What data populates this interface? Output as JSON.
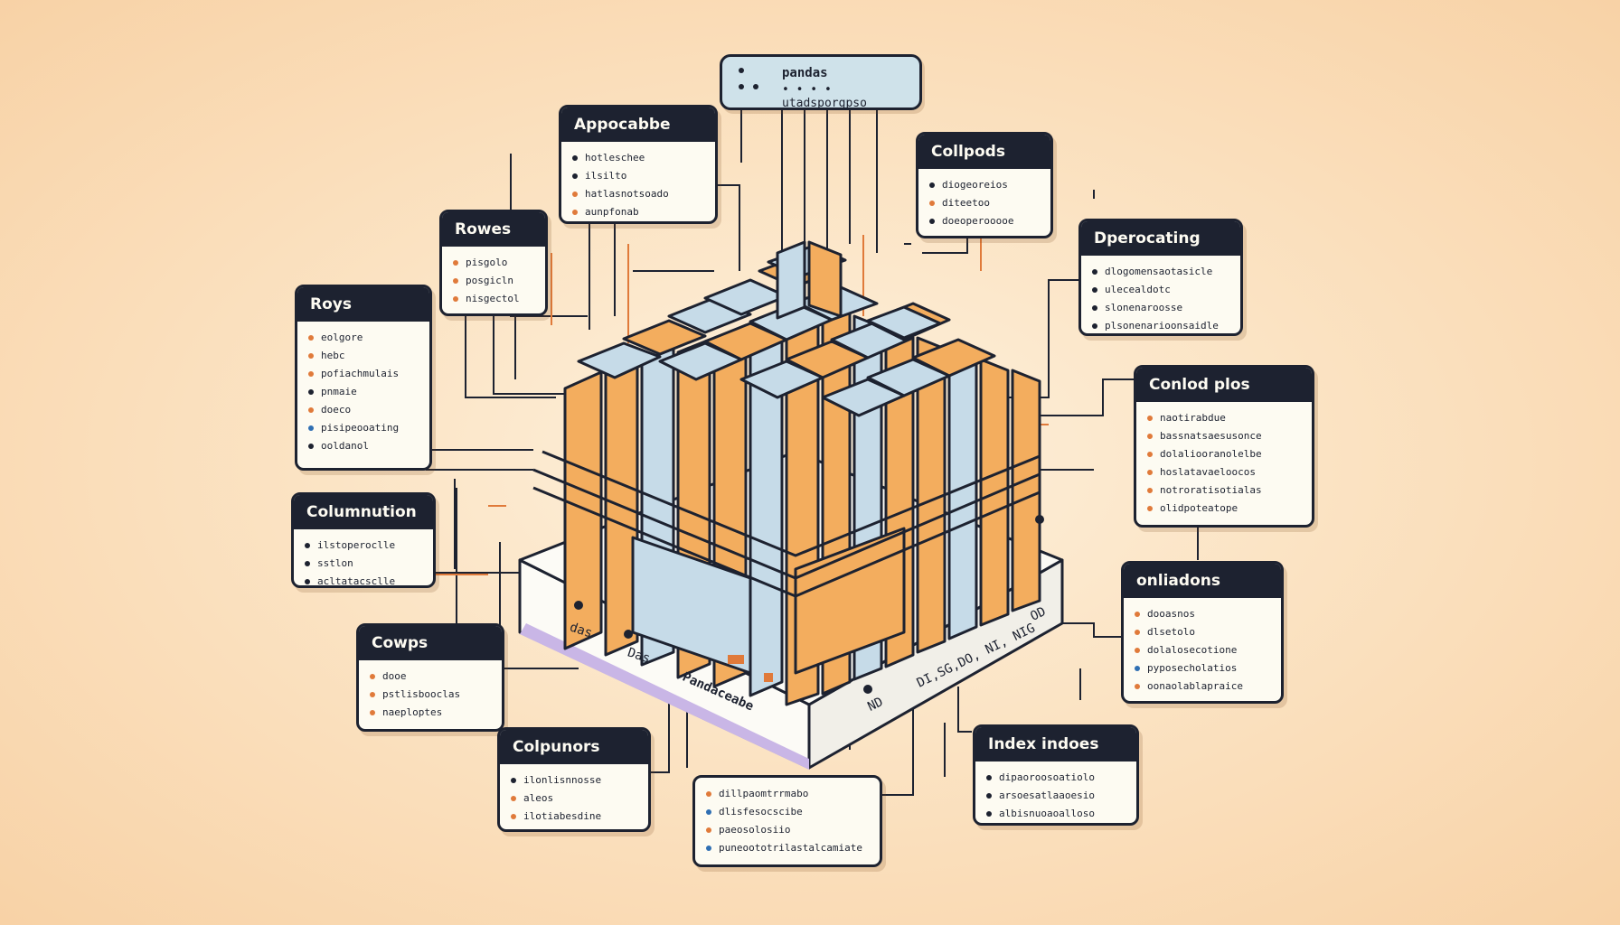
{
  "top_tag": {
    "line1": "pandas",
    "line2": "• • • • utadsporgpso"
  },
  "cards": {
    "appocabbe": {
      "title": "Appocabbe",
      "items": [
        "hotleschee",
        "ilsilto",
        "hatlasnotsoado",
        "aunpfonab"
      ]
    },
    "rowes": {
      "title": "Rowes",
      "items": [
        "pisgolo",
        "posgicln",
        "nisgectol"
      ]
    },
    "roys": {
      "title": "Roys",
      "items": [
        "eolgore",
        "hebc",
        "pofiachmulais",
        "pnmaie",
        "doeco",
        "pisipeooating",
        "ooldanol"
      ]
    },
    "columnution": {
      "title": "Columnution",
      "items": [
        "ilstoperoclle",
        "sstlon",
        "acltatacsclle"
      ]
    },
    "cowps": {
      "title": "Cowps",
      "items": [
        "dooe",
        "pstlisbooclas",
        "naeploptes"
      ]
    },
    "colpunors": {
      "title": "Colpunors",
      "items": [
        "ilonlisnnosse",
        "aleos",
        "ilotiabesdine"
      ]
    },
    "bottom_list": {
      "items": [
        "dillpaomtrrmabo",
        "dlisfesocscibe",
        "paeosolosiio",
        "puneoototrilastalcamiate"
      ]
    },
    "collpods": {
      "title": "Collpods",
      "items": [
        "diogeoreios",
        "diteetoo",
        "doeoperooooe"
      ]
    },
    "dpeprocating": {
      "title": "Dperocating",
      "items": [
        "dlogomensaotasicle",
        "ulecealdotc",
        "slonenaroosse",
        "plsonenarioonsaidle"
      ]
    },
    "conlod_plos": {
      "title": "Conlod plos",
      "items": [
        "naotirabdue",
        "bassnatsaesusonce",
        "dolaliooranolelbe",
        "hoslatavaeloocos",
        "notroratisotialas",
        "olidpoteatope"
      ]
    },
    "onliadons": {
      "title": "onliadons",
      "items": [
        "dooasnos",
        "dlsetolo",
        "dolalosecotione",
        "pyposecholatios",
        "oonaolablapraice"
      ]
    },
    "index_indoes": {
      "title": "Index indoes",
      "items": [
        "dipaoroosoatiolo",
        "arsoesatlaaoesio",
        "albisnuoaoalloso"
      ]
    }
  },
  "base_labels": {
    "left1": "das",
    "left2": "Das",
    "front": "Pandaceabe",
    "right1": "ND",
    "right2": "DI,SG,DO, NI, NIG",
    "right3": "OD"
  },
  "colors": {
    "frame": "#1d2230",
    "orange": "#f3ad5e",
    "blue": "#c6dbe8",
    "accent": "#e07a3a"
  }
}
